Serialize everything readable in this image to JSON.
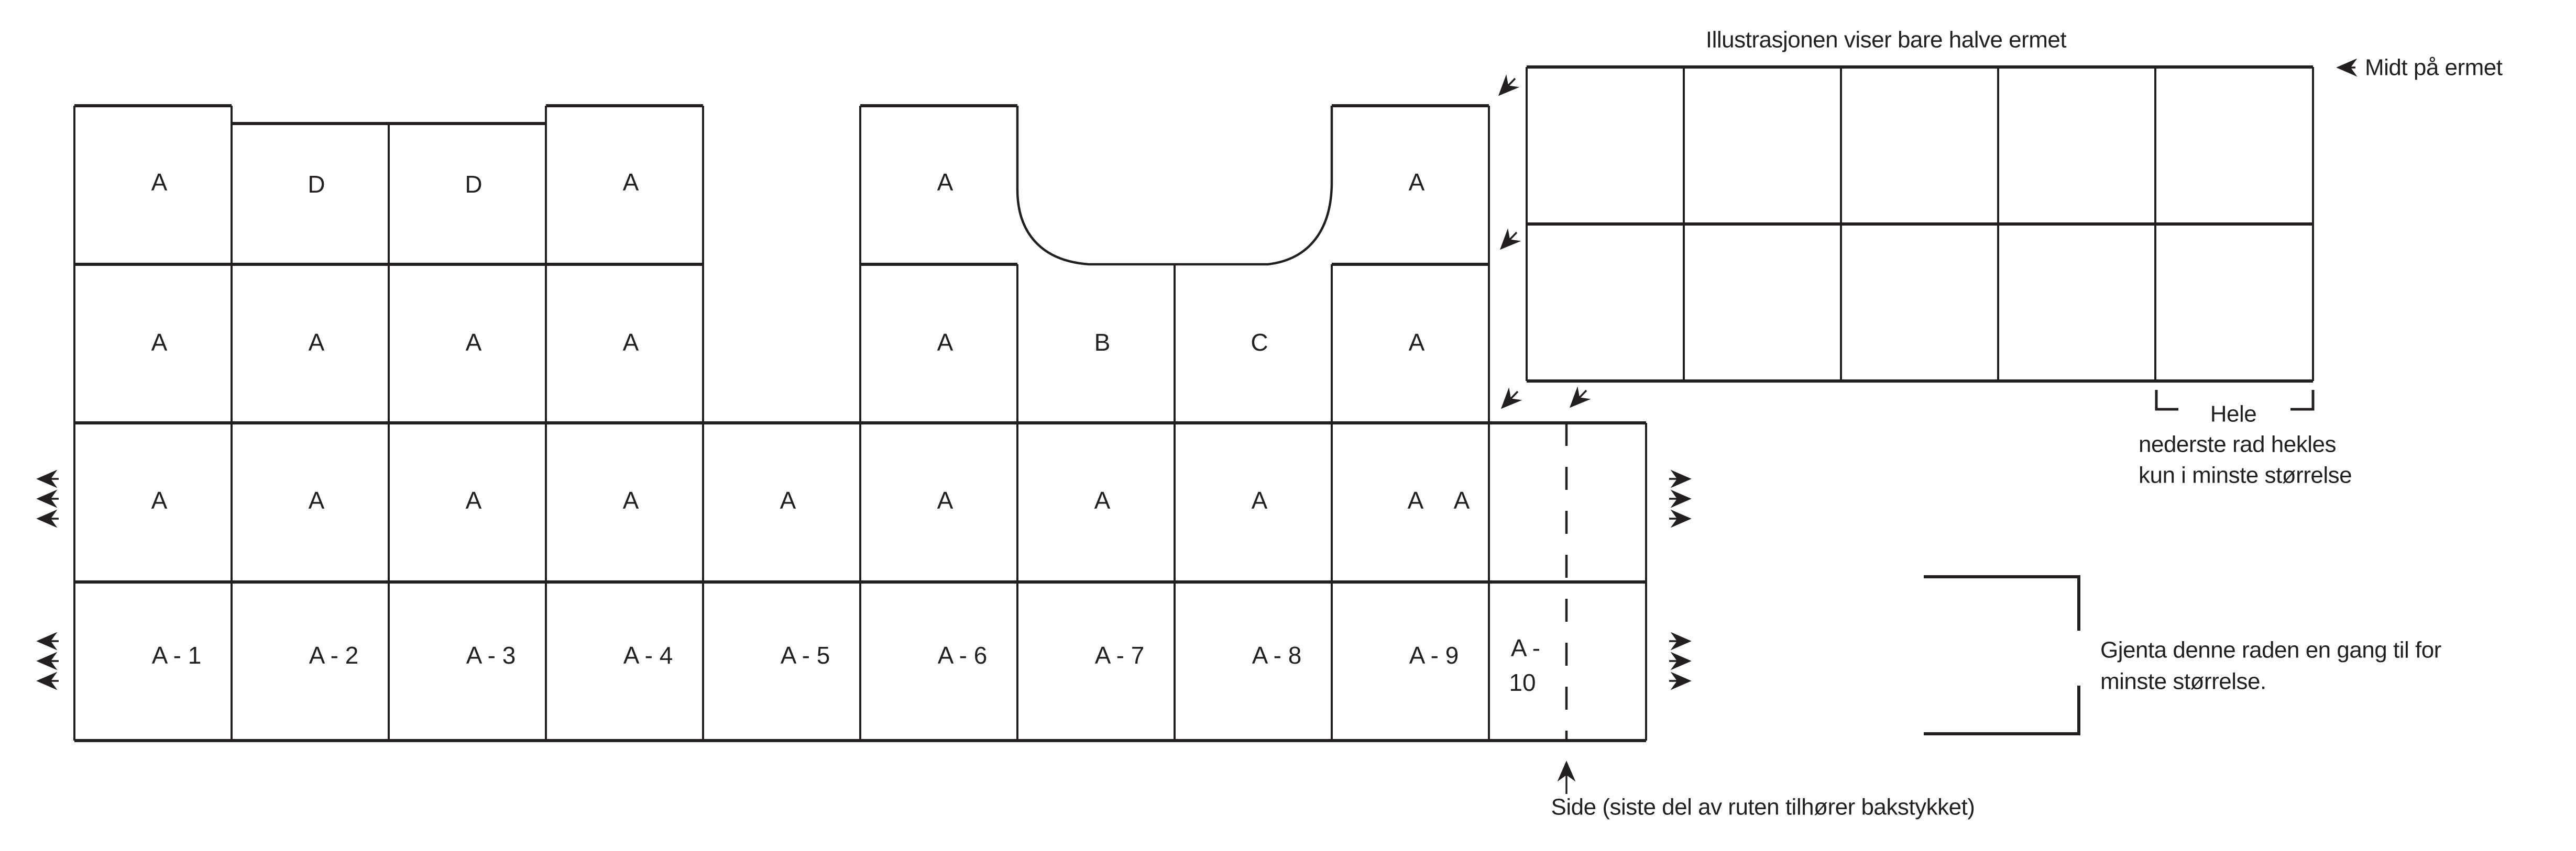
{
  "colors": {
    "line": "#231f20",
    "background": "#ffffff"
  },
  "main_grid": {
    "row1": {
      "c1": "A",
      "c2": "D",
      "c3": "D",
      "c4": "A",
      "c6": "A",
      "c9": "A"
    },
    "row2": {
      "c1": "A",
      "c2": "A",
      "c3": "A",
      "c4": "A",
      "c6": "A",
      "c7": "B",
      "c8": "C",
      "c9": "A"
    },
    "row3": {
      "c1": "A",
      "c2": "A",
      "c3": "A",
      "c4": "A",
      "c5": "A",
      "c6": "A",
      "c7": "A",
      "c8": "A",
      "c9a": "A",
      "c9b": "A"
    },
    "row4": {
      "c1": "A - 1",
      "c2": "A - 2",
      "c3": "A - 3",
      "c4": "A - 4",
      "c5": "A - 5",
      "c6": "A - 6",
      "c7": "A - 7",
      "c8": "A - 8",
      "c9": "A - 9",
      "c10_line1": "A -",
      "c10_line2": "10"
    }
  },
  "sleeve": {
    "title": "Illustrasjonen viser bare halve ermet",
    "mid_label": "Midt på ermet",
    "bottom_note_line1": "Hele",
    "bottom_note_line2": "nederste rad hekles",
    "bottom_note_line3": "kun i minste størrelse"
  },
  "notes": {
    "repeat_line1": "Gjenta denne raden en gang til for",
    "repeat_line2": "minste størrelse.",
    "side": "Side (siste del av ruten tilhører bakstykket)"
  },
  "icons": {
    "left_arrow": "left-arrow-icon",
    "right_arrow": "right-arrow-icon",
    "diagonal_arrow": "diagonal-arrow-icon",
    "up_arrow": "up-arrow-icon"
  }
}
